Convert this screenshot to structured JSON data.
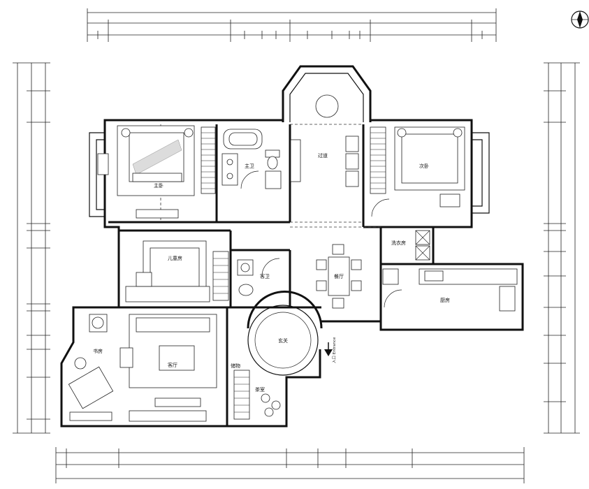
{
  "plan": {
    "rooms": [
      {
        "id": "master-bedroom",
        "label": "主卧"
      },
      {
        "id": "master-bath",
        "label": "主卫"
      },
      {
        "id": "hall",
        "label": "过道"
      },
      {
        "id": "secondary-bedroom",
        "label": "次卧"
      },
      {
        "id": "kids-bedroom",
        "label": "儿童房"
      },
      {
        "id": "guest-bath",
        "label": "客卫"
      },
      {
        "id": "dining",
        "label": "餐厅"
      },
      {
        "id": "laundry",
        "label": "洗衣房"
      },
      {
        "id": "kitchen",
        "label": "厨房"
      },
      {
        "id": "study",
        "label": "书房"
      },
      {
        "id": "living",
        "label": "客厅"
      },
      {
        "id": "foyer",
        "label": "玄关"
      },
      {
        "id": "cloak",
        "label": "储物"
      },
      {
        "id": "tea",
        "label": "茶室"
      }
    ],
    "entrance_label": "入口 Entrance",
    "compass": "N"
  }
}
